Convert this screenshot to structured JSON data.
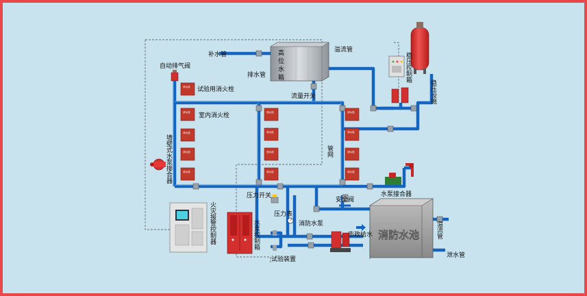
{
  "labels": {
    "supply_pipe": "补水管",
    "overflow_pipe": "溢流管",
    "drain_pipe": "排水管",
    "tank_title": "高位水箱",
    "auto_vent": "自动排气阀",
    "test_hydrant": "试验用消火栓",
    "indoor_hydrant": "室内消火栓",
    "flow_switch": "流量开关",
    "wall_connector": "墙壁式水泵接合器",
    "pipe_net": "管网",
    "regulator_cabinet": "稳压控制箱",
    "regulator_equipment": "稳压设施",
    "pressure_switch": "压力开关",
    "safety_valve": "安全阀",
    "pump_connector": "水泵接合器",
    "fire_alarm_controller": "火灾报警控制器",
    "pump_control_box": "水泵控制箱",
    "pressure_gauge": "压力表",
    "fire_pump": "消防水泵",
    "municipal_supply": "市政给水",
    "fire_pool": "消防水池",
    "pool_overflow": "溢流管",
    "pool_drain": "泄水管",
    "test_device": "试验装置",
    "hydrant_box_text": "消火栓"
  },
  "colors": {
    "background": "#c9e3ee",
    "frame": "#e8484a",
    "pipe": "#1565c0",
    "hydrant_box": "#c0392b",
    "pool": "#9e9e9e"
  }
}
